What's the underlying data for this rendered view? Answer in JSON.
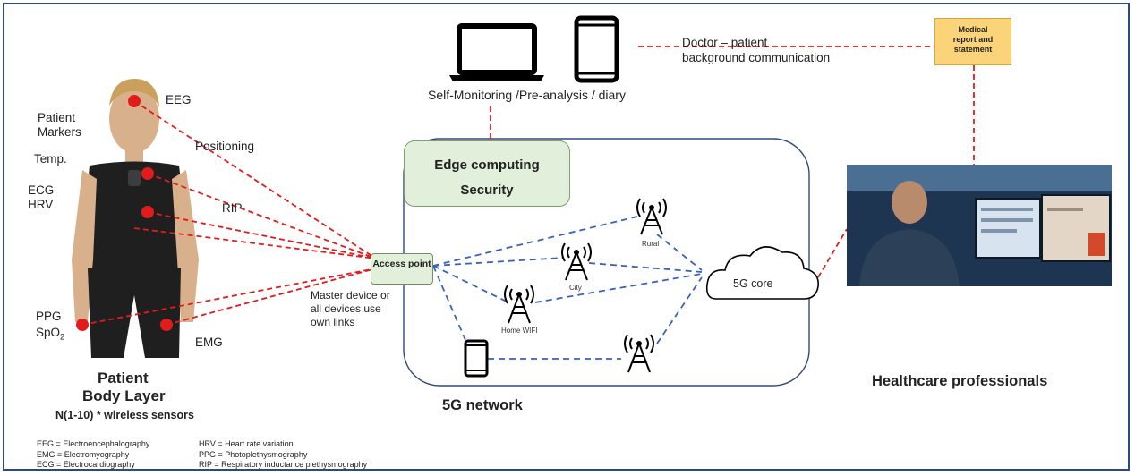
{
  "patient": {
    "eeg": "EEG",
    "markers": "Patient\nMarkers",
    "positioning": "Positioning",
    "temp": "Temp.",
    "ecg_hrv": "ECG\nHRV",
    "rip": "RIP",
    "ppg": "PPG",
    "spo2_main": "SpO",
    "spo2_sub": "2",
    "emg": "EMG",
    "title_1": "Patient",
    "title_2": "Body Layer",
    "sensors": "N(1-10)  * wireless sensors"
  },
  "access_point": {
    "label": "Access point",
    "note": "Master device or\nall devices use\nown links"
  },
  "self_monitoring": "Self-Monitoring /Pre-analysis / diary",
  "doctor_comm": "Doctor – patient\nbackground communication",
  "medical_box": "Medical\nreport and\nstatement",
  "edge": {
    "computing": "Edge computing",
    "security": "Security"
  },
  "network": {
    "rural": "Rural",
    "city": "City",
    "home_wifi": "Home WIFI",
    "core": "5G core",
    "title": "5G network"
  },
  "healthcare": "Healthcare professionals",
  "legend": {
    "col1": "EEG = Electroencephalography\nEMG = Electromyography\nECG = Electrocardiography",
    "col2": "HRV = Heart rate variation\nPPG = Photoplethysmography\nRIP = Respiratory inductance plethysmography"
  },
  "colors": {
    "red_link": "#e21b1b",
    "blue_link": "#3a63b5",
    "frame": "#2e4a7a",
    "edge_fill": "#e2efda",
    "medical_fill": "#fbd47a"
  }
}
